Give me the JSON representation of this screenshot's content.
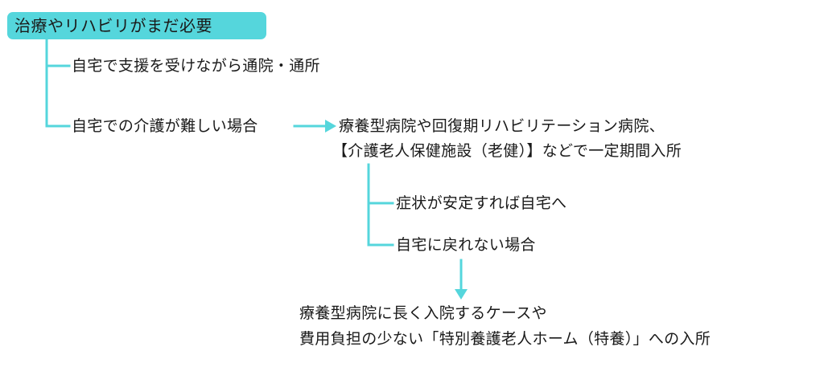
{
  "header": {
    "label": "治療やリハビリがまだ必要"
  },
  "branches": {
    "home_support": "自宅で支援を受けながら通院・通所",
    "home_difficult": "自宅での介護が難しい場合"
  },
  "facility": {
    "line1": "療養型病院や回復期リハビリテーション病院、",
    "line2": "【介護老人保健施設（老健）】などで一定期間入所"
  },
  "sub_branches": {
    "stable": "症状が安定すれば自宅へ",
    "cannot_return": "自宅に戻れない場合"
  },
  "outcome": {
    "line1": "療養型病院に長く入院するケースや",
    "line2": "費用負担の少ない「特別養護老人ホーム（特養）」への入所"
  },
  "colors": {
    "accent": "#55d6dc",
    "text": "#1a1a1a"
  }
}
